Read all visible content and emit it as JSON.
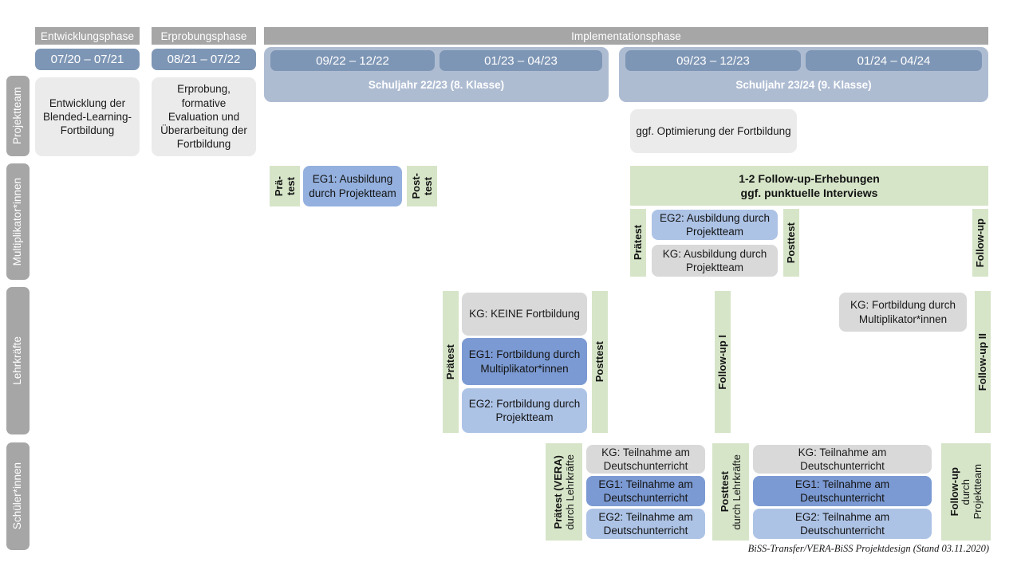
{
  "footer": {
    "note": "BiSS-Transfer/VERA-BiSS Projektdesign (Stand 03.11.2020)"
  },
  "phases": [
    {
      "label": "Entwicklungsphase"
    },
    {
      "label": "Erprobungsphase"
    },
    {
      "label": "Implementationsphase"
    }
  ],
  "dates": [
    {
      "label": "07/20 – 07/21"
    },
    {
      "label": "08/21 – 07/22"
    },
    {
      "label": "09/22 – 12/22"
    },
    {
      "label": "01/23 – 04/23"
    },
    {
      "label": "09/23 – 12/23"
    },
    {
      "label": "01/24 – 04/24"
    }
  ],
  "school_years": [
    {
      "label": "Schuljahr 22/23 (8. Klasse)"
    },
    {
      "label": "Schuljahr 23/24 (9. Klasse)"
    }
  ],
  "sidebar": {
    "items": [
      {
        "label": "Projektteam"
      },
      {
        "label": "Multiplikator*innen"
      },
      {
        "label": "Lehrkräfte"
      },
      {
        "label": "Schüler*innen"
      }
    ]
  },
  "projektteam_row": {
    "entwicklung": "Entwicklung der Blended-Learning-Fortbildung",
    "erprobung": "Erprobung, formative Evaluation und Überarbeitung der Fortbildung",
    "optimierung": "ggf. Optimierung der Fortbildung"
  },
  "multiplikator_row": {
    "praetest_1a": "Prä-",
    "praetest_1b": "test",
    "eg1": "EG1: Ausbildung durch Projektteam",
    "posttest_1a": "Post-",
    "posttest_1b": "test",
    "followup_banner_line1": "1-2 Follow-up-Erhebungen",
    "followup_banner_line2": "ggf. punktuelle Interviews",
    "praetest_2": "Prätest",
    "eg2": "EG2: Ausbildung durch Projektteam",
    "kg": "KG: Ausbildung durch Projektteam",
    "posttest_2": "Posttest",
    "followup": "Follow-up"
  },
  "lehrkraefte_row": {
    "praetest": "Prätest",
    "kg_keine": "KG:  KEINE Fortbildung",
    "eg1": "EG1: Fortbildung durch Multiplikator*innen",
    "eg2": "EG2: Fortbildung durch Projektteam",
    "posttest": "Posttest",
    "followup_1": "Follow-up I",
    "kg_fortbildung": "KG: Fortbildung durch Multiplikator*innen",
    "followup_2": "Follow-up II"
  },
  "schueler_row": {
    "praetest_main": "Prätest (VERA)",
    "praetest_sub": "durch Lehrkräfte",
    "kg_left": "KG: Teilnahme am Deutschunterricht",
    "eg1_left": "EG1: Teilnahme am Deutschunterricht",
    "eg2_left": "EG2: Teilnahme am Deutschunterricht",
    "posttest_main": "Posttest",
    "posttest_sub": "durch Lehrkräfte",
    "kg_right": "KG: Teilnahme am Deutschunterricht",
    "eg1_right": "EG1: Teilnahme am Deutschunterricht",
    "eg2_right": "EG2: Teilnahme am Deutschunterricht",
    "followup_main": "Follow-up",
    "followup_sub1": "durch",
    "followup_sub2": "Projektteam"
  },
  "colors": {
    "grey_band": "#a6a6a6",
    "date_pill": "#7e96b5",
    "year_band": "#aebcd2",
    "grey_light": "#ebebeb",
    "grey_medium": "#d9d9d9",
    "blue_dark": "#7b9ad3",
    "blue_mid": "#93b0de",
    "blue_light": "#adc3e6",
    "green": "#d6e5c8"
  }
}
